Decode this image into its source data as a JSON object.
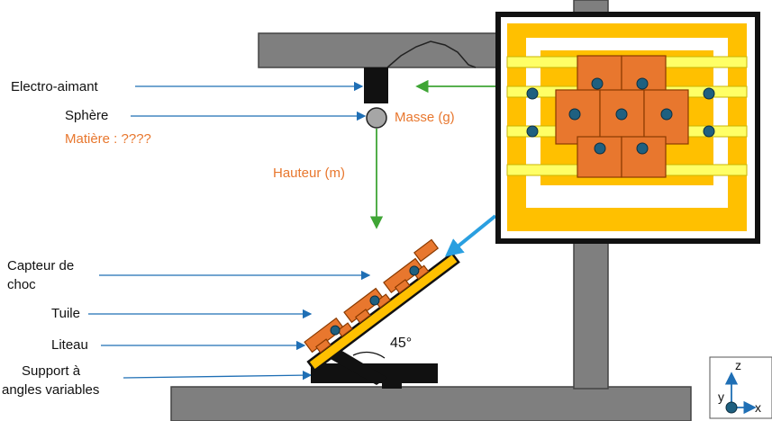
{
  "labels": {
    "electro_aimant": "Electro-aimant",
    "sphere": "Sphère",
    "matiere": "Matière : ????",
    "masse": "Masse (g)",
    "hauteur": "Hauteur (m)",
    "capteur_line1": "Capteur de",
    "capteur_line2": "choc",
    "tuile": "Tuile",
    "liteau": "Liteau",
    "support_line1": "Support à",
    "support_line2": "angles variables",
    "angle": "45°"
  },
  "axes": {
    "z": "z",
    "y": "y",
    "x": "x"
  },
  "colors": {
    "frame_gray": "#7f7f7f",
    "tile_orange": "#e8772e",
    "batten_yellow": "#ffd700",
    "frame_gold": "#ffc000",
    "arrow_blue": "#1f6fb5",
    "arrow_light_blue": "#2a9fe0",
    "arrow_green": "#3fa535",
    "dark": "#111111"
  }
}
